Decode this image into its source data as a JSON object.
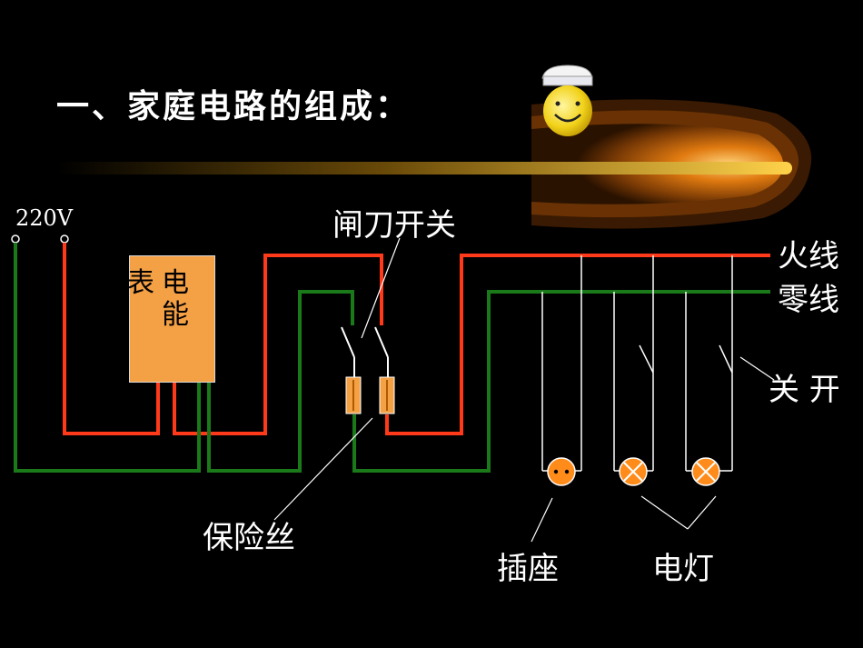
{
  "title": "一、家庭电路的组成：",
  "voltage": "220V",
  "labels": {
    "knife_switch": "闸刀开关",
    "live_wire": "火线",
    "neutral_wire": "零线",
    "switch": "关 开",
    "fuse": "保险丝",
    "socket": "插座",
    "lamp": "电灯"
  },
  "meter": {
    "char_1": "表",
    "char_2": "电",
    "char_3": "能"
  },
  "colors": {
    "live": "#ff3a1a",
    "neutral": "#1a7a1a",
    "meter": "#f4a045",
    "bulb": "#ff8c1a",
    "background": "#000000"
  }
}
